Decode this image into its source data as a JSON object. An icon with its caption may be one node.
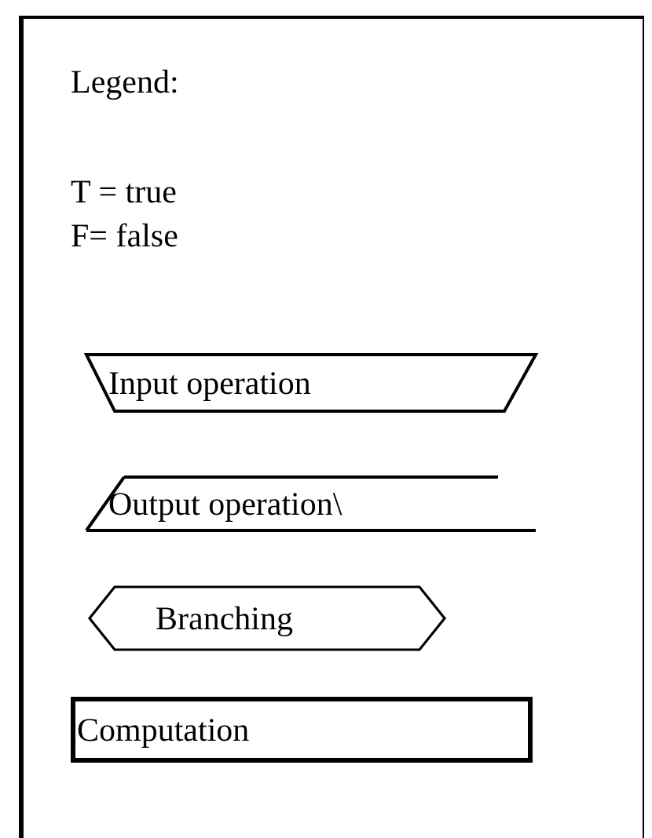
{
  "diagram": {
    "nodes": [
      {
        "text": [
          "Legend:",
          "T = true",
          "F= false"
        ]
      },
      {
        "text": [
          "Input operation"
        ],
        "in": 0
      },
      {
        "text": [
          "Output operation\\"
        ],
        "in": 0
      },
      {
        "text": [
          "Branching"
        ],
        "in": 0
      },
      {
        "text": [
          "Computation"
        ],
        "in": 0
      }
    ]
  }
}
